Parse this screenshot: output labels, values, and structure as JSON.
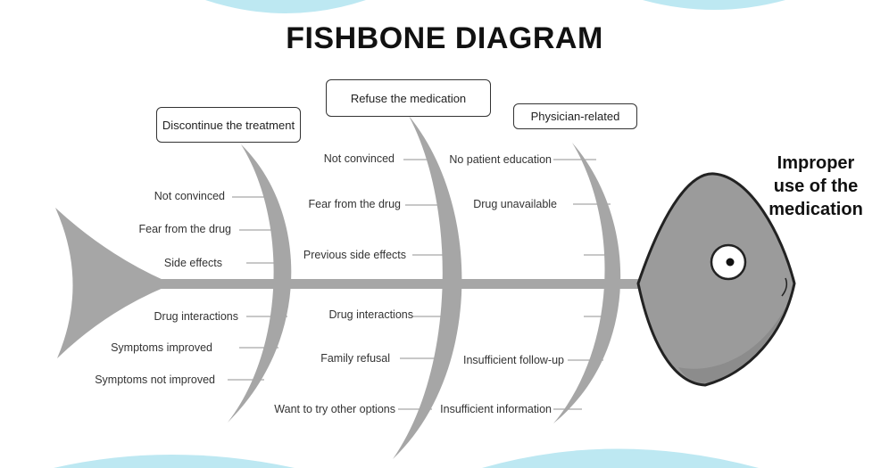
{
  "title": "FISHBONE DIAGRAM",
  "effect": {
    "line1": "Improper",
    "line2": "use of the",
    "line3": "medication"
  },
  "categories": [
    {
      "label": "Discontinue the treatment",
      "causes": [
        "Not convinced",
        "Fear from the drug",
        "Side effects",
        "Drug interactions",
        "Symptoms improved",
        "Symptoms not improved"
      ]
    },
    {
      "label": "Refuse the medication",
      "causes": [
        "Not convinced",
        "Fear from the drug",
        "Previous side effects",
        "Drug interactions",
        "Family refusal",
        "Want to try other options"
      ]
    },
    {
      "label": "Physician-related",
      "causes": [
        "No patient education",
        "Drug unavailable",
        "",
        "",
        "Insufficient follow-up",
        "Insufficient information"
      ]
    }
  ],
  "colors": {
    "bone": "#a6a6a6",
    "head": "#9b9b9b",
    "outline": "#222222",
    "wave": "#bde8f2"
  }
}
